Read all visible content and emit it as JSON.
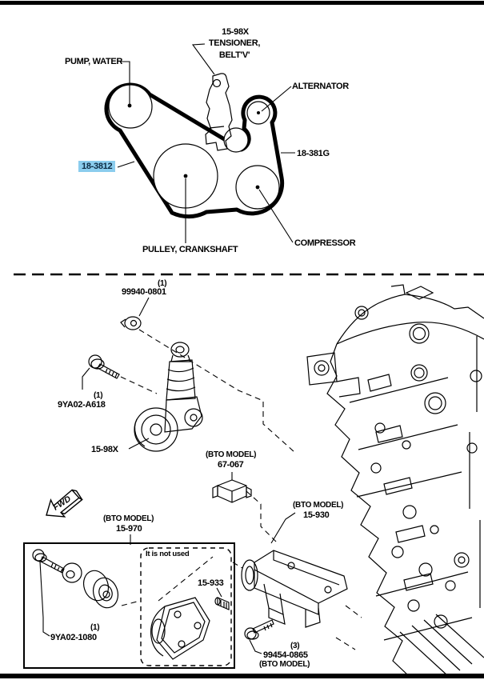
{
  "page": {
    "colors": {
      "highlight": "#8bcdee",
      "line": "#000000",
      "bg": "#ffffff"
    }
  },
  "belt_diagram": {
    "tensioner": {
      "line1": "15-98X",
      "line2": "TENSIONER,",
      "line3": "BELT'V'"
    },
    "pump_label": "PUMP, WATER",
    "alternator_label": "ALTERNATOR",
    "belt_code_right": "18-381G",
    "belt_code_highlighted": "18-3812",
    "crankshaft_label": "PULLEY, CRANKSHAFT",
    "compressor_label": "COMPRESSOR"
  },
  "exploded_view": {
    "nut": {
      "qty": "(1)",
      "part_no": "99940-0801"
    },
    "tensioner_bolt": {
      "qty": "(1)",
      "part_no": "9YA02-A618"
    },
    "tensioner_part_no": "15-98X",
    "bracket_67": {
      "model_note": "(BTO MODEL)",
      "part_no": "67-067"
    },
    "fwd_marker": "FWD",
    "idler_assy": {
      "model_note": "(BTO MODEL)",
      "part_no": "15-970"
    },
    "not_used_note": "It is not used",
    "plug_bolt_part_no": "15-933",
    "idler_bolt": {
      "qty": "(1)",
      "part_no": "9YA02-1080"
    },
    "mount_bracket": {
      "model_note": "(BTO MODEL)",
      "part_no": "15-930"
    },
    "mount_bolt": {
      "qty": "(3)",
      "part_no": "99454-0865",
      "model_note": "(BTO MODEL)"
    }
  }
}
